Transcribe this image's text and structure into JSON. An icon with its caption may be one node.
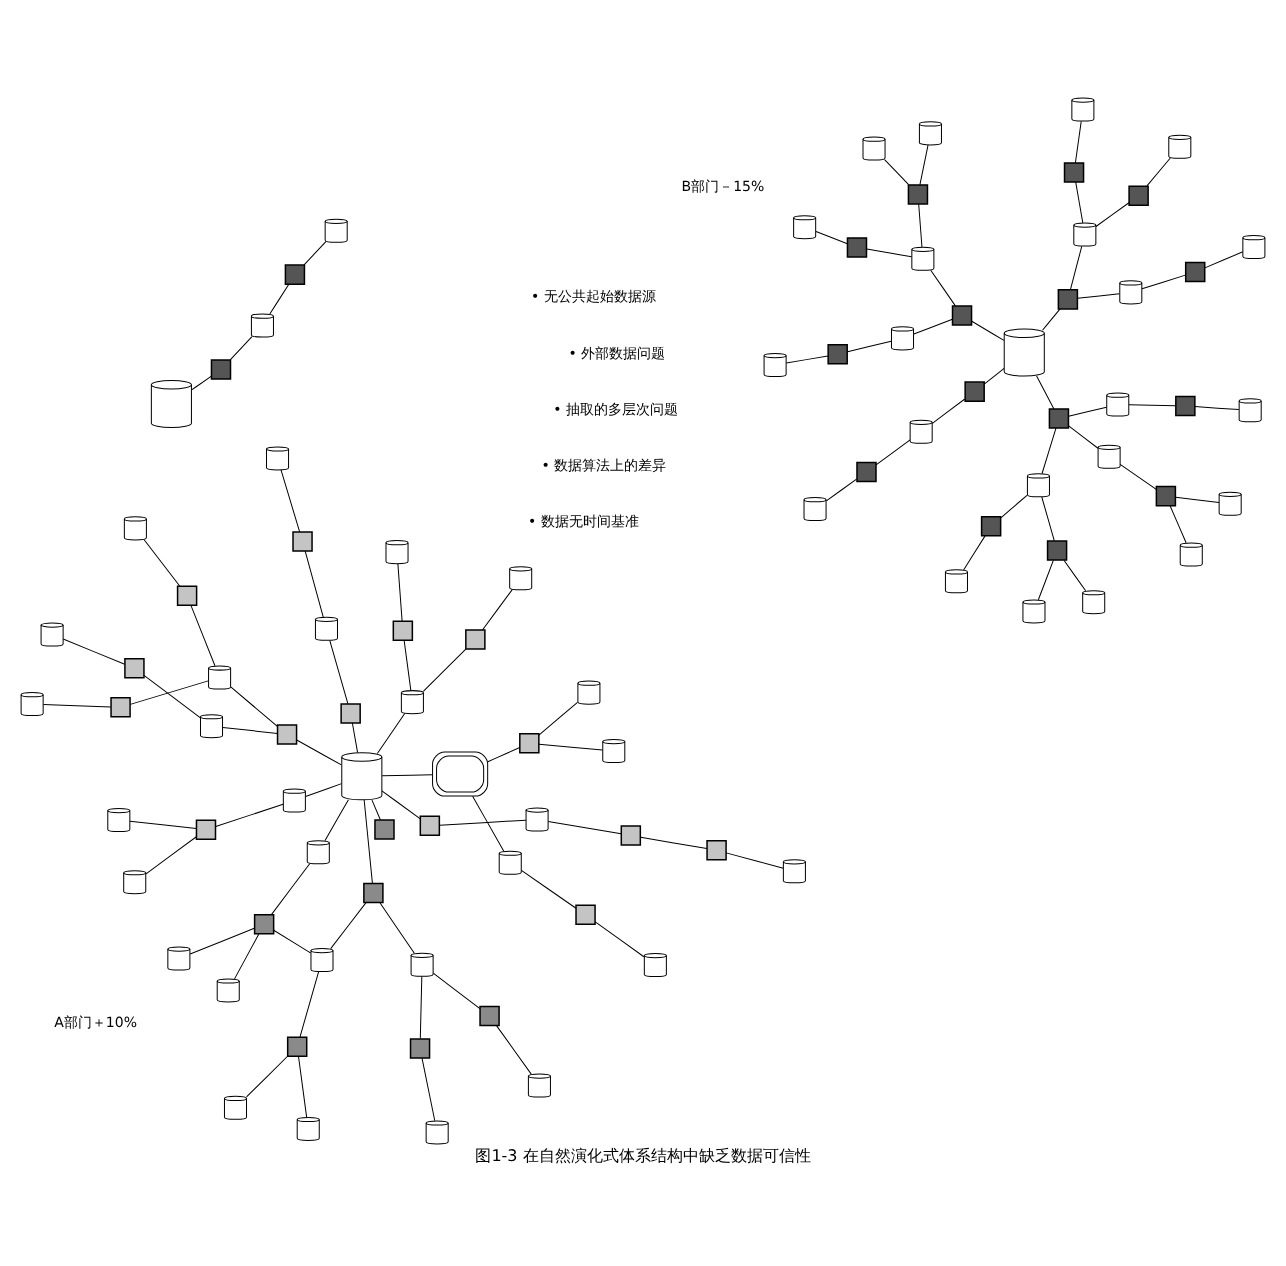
{
  "diagram": {
    "caption": "图1-3 在自然演化式体系结构中缺乏数据可信性",
    "nodes": [
      {
        "text": [],
        "shape": "cylinder"
      },
      {
        "text": [],
        "shape": "cylinder"
      },
      {
        "text": [],
        "shape": "cylinder"
      },
      {
        "text": [],
        "shape": "box"
      },
      {
        "text": [],
        "shape": "box"
      },
      {
        "text": [],
        "shape": "cylinder"
      },
      {
        "text": [],
        "shape": "box"
      },
      {
        "text": [],
        "shape": "cylinder"
      },
      {
        "text": [],
        "shape": "cylinder"
      },
      {
        "text": [],
        "shape": "cylinder"
      },
      {
        "text": [],
        "shape": "box"
      },
      {
        "text": [],
        "shape": "cylinder"
      },
      {
        "text": [],
        "shape": "cylinder"
      },
      {
        "text": [],
        "shape": "cylinder"
      },
      {
        "text": [],
        "shape": "box"
      },
      {
        "text": [],
        "shape": "cylinder"
      },
      {
        "text": [],
        "shape": "box"
      },
      {
        "text": [],
        "shape": "cylinder"
      },
      {
        "text": [],
        "shape": "box"
      },
      {
        "text": [],
        "shape": "cylinder"
      },
      {
        "text": [],
        "shape": "box"
      },
      {
        "text": [],
        "shape": "box"
      },
      {
        "text": [],
        "shape": "cylinder"
      },
      {
        "text": [],
        "shape": "box"
      },
      {
        "text": [],
        "shape": "cylinder"
      },
      {
        "text": [],
        "shape": "cylinder"
      },
      {
        "text": [],
        "shape": "cylinder"
      },
      {
        "text": [],
        "shape": "box"
      },
      {
        "text": [],
        "shape": "cylinder"
      },
      {
        "text": [],
        "shape": "box"
      },
      {
        "text": [],
        "shape": "cylinder"
      },
      {
        "text": [],
        "shape": "cylinder"
      },
      {
        "text": [],
        "shape": "box"
      },
      {
        "text": [],
        "shape": "cylinder"
      },
      {
        "text": [],
        "shape": "cylinder"
      },
      {
        "text": [],
        "shape": "box"
      },
      {
        "text": [],
        "shape": "cylinder"
      },
      {
        "text": [],
        "shape": "box"
      },
      {
        "text": [],
        "shape": "cylinder"
      },
      {
        "text": [],
        "shape": "box"
      },
      {
        "text": [],
        "shape": "cylinder"
      },
      {
        "text": [],
        "shape": "box"
      },
      {
        "text": [],
        "shape": "cylinder"
      },
      {
        "text": [],
        "shape": "box"
      },
      {
        "text": [],
        "shape": "cylinder"
      },
      {
        "text": [],
        "shape": "cylinder"
      },
      {
        "text": [],
        "shape": "box"
      },
      {
        "text": [],
        "shape": "cylinder"
      },
      {
        "text": [],
        "shape": "cylinder"
      },
      {
        "text": [],
        "shape": "box"
      },
      {
        "text": [],
        "shape": "cylinder"
      },
      {
        "text": [],
        "shape": "box"
      },
      {
        "text": [],
        "shape": "cylinder"
      },
      {
        "text": [],
        "shape": "box"
      },
      {
        "text": [],
        "shape": "cylinder"
      },
      {
        "text": [],
        "shape": "box"
      },
      {
        "text": [],
        "shape": "cylinder"
      },
      {
        "text": [],
        "shape": "cylinder"
      },
      {
        "text": [],
        "shape": "box"
      },
      {
        "text": [],
        "shape": "cylinder"
      },
      {
        "text": [],
        "shape": "box"
      },
      {
        "text": [],
        "shape": "cylinder"
      },
      {
        "text": [],
        "shape": "cylinder"
      },
      {
        "text": [],
        "shape": "box"
      },
      {
        "text": [],
        "shape": "cylinder"
      },
      {
        "text": [],
        "shape": "box"
      },
      {
        "text": [],
        "shape": "cylinder"
      },
      {
        "text": [],
        "shape": "box"
      },
      {
        "text": [],
        "shape": "cylinder"
      },
      {
        "text": [],
        "shape": "box"
      },
      {
        "text": [],
        "shape": "cylinder"
      },
      {
        "text": [],
        "shape": "box"
      },
      {
        "text": [],
        "shape": "box"
      },
      {
        "text": [],
        "shape": "cylinder"
      },
      {
        "text": [],
        "shape": "cylinder"
      },
      {
        "text": [],
        "shape": "box"
      },
      {
        "text": [],
        "shape": "cylinder"
      },
      {
        "text": [],
        "shape": "cylinder"
      },
      {
        "text": [],
        "shape": "box"
      },
      {
        "text": [],
        "shape": "cylinder"
      },
      {
        "text": [],
        "shape": "cylinder"
      },
      {
        "text": [],
        "shape": "box"
      },
      {
        "text": [],
        "shape": "cylinder"
      },
      {
        "text": [],
        "shape": "box"
      },
      {
        "text": [],
        "shape": "cylinder"
      },
      {
        "text": [],
        "shape": "cylinder"
      },
      {
        "text": [],
        "shape": "box"
      },
      {
        "text": [],
        "shape": "box"
      },
      {
        "text": [],
        "shape": "cylinder"
      },
      {
        "text": [],
        "shape": "cylinder"
      },
      {
        "text": [],
        "shape": "box"
      },
      {
        "text": [],
        "shape": "cylinder"
      },
      {
        "text": [],
        "shape": "cylinder"
      }
    ],
    "edges": [
      {
        "from": 0,
        "to": 4,
        "arrow": "none"
      },
      {
        "from": 4,
        "to": 5,
        "arrow": "none"
      },
      {
        "from": 5,
        "to": 6,
        "arrow": "none"
      },
      {
        "from": 6,
        "to": 7,
        "arrow": "none"
      },
      {
        "from": 6,
        "to": 8,
        "arrow": "none"
      },
      {
        "from": 6,
        "to": 9,
        "arrow": "none"
      },
      {
        "from": 9,
        "to": 0,
        "arrow": "none"
      },
      {
        "from": 5,
        "to": 10,
        "arrow": "none"
      },
      {
        "from": 10,
        "to": 11,
        "arrow": "none"
      },
      {
        "from": 10,
        "to": 12,
        "arrow": "none"
      },
      {
        "from": 4,
        "to": 13,
        "arrow": "none"
      },
      {
        "from": 13,
        "to": 14,
        "arrow": "none"
      },
      {
        "from": 14,
        "to": 15,
        "arrow": "none"
      },
      {
        "from": 13,
        "to": 16,
        "arrow": "none"
      },
      {
        "from": 16,
        "to": 17,
        "arrow": "none"
      },
      {
        "from": 18,
        "to": 0,
        "arrow": "none"
      },
      {
        "from": 19,
        "to": 20,
        "arrow": "none"
      },
      {
        "from": 20,
        "to": 1,
        "arrow": "none"
      },
      {
        "from": 19,
        "to": 21,
        "arrow": "none"
      },
      {
        "from": 21,
        "to": 22,
        "arrow": "none"
      },
      {
        "from": 23,
        "to": 24,
        "arrow": "none"
      },
      {
        "from": 23,
        "to": 25,
        "arrow": "none"
      },
      {
        "from": 23,
        "to": 26,
        "arrow": "none"
      },
      {
        "from": 26,
        "to": 27,
        "arrow": "none"
      },
      {
        "from": 27,
        "to": 2,
        "arrow": "none"
      },
      {
        "from": 27,
        "to": 28,
        "arrow": "none"
      },
      {
        "from": 28,
        "to": 29,
        "arrow": "none"
      },
      {
        "from": 29,
        "to": 30,
        "arrow": "none"
      },
      {
        "from": 29,
        "to": 31,
        "arrow": "none"
      },
      {
        "from": 28,
        "to": 32,
        "arrow": "none"
      },
      {
        "from": 32,
        "to": 33,
        "arrow": "none"
      },
      {
        "from": 27,
        "to": 34,
        "arrow": "none"
      },
      {
        "from": 34,
        "to": 35,
        "arrow": "none"
      },
      {
        "from": 35,
        "to": 36,
        "arrow": "none"
      },
      {
        "from": 2,
        "to": 37,
        "arrow": "none"
      },
      {
        "from": 37,
        "to": 38,
        "arrow": "none"
      },
      {
        "from": 38,
        "to": 39,
        "arrow": "none"
      },
      {
        "from": 39,
        "to": 40,
        "arrow": "none"
      },
      {
        "from": 2,
        "to": 41,
        "arrow": "none"
      },
      {
        "from": 41,
        "to": 42,
        "arrow": "none"
      },
      {
        "from": 42,
        "to": 43,
        "arrow": "none"
      },
      {
        "from": 43,
        "to": 44,
        "arrow": "none"
      },
      {
        "from": 41,
        "to": 45,
        "arrow": "none"
      },
      {
        "from": 45,
        "to": 46,
        "arrow": "none"
      },
      {
        "from": 46,
        "to": 47,
        "arrow": "none"
      },
      {
        "from": 46,
        "to": 48,
        "arrow": "none"
      },
      {
        "from": 45,
        "to": 49,
        "arrow": "none"
      },
      {
        "from": 49,
        "to": 50,
        "arrow": "none"
      },
      {
        "from": 2,
        "to": 51,
        "arrow": "none"
      },
      {
        "from": 51,
        "to": 52,
        "arrow": "none"
      },
      {
        "from": 52,
        "to": 53,
        "arrow": "none"
      },
      {
        "from": 53,
        "to": 54,
        "arrow": "none"
      },
      {
        "from": 52,
        "to": 55,
        "arrow": "none"
      },
      {
        "from": 55,
        "to": 56,
        "arrow": "none"
      },
      {
        "from": 51,
        "to": 57,
        "arrow": "none"
      },
      {
        "from": 57,
        "to": 58,
        "arrow": "none"
      },
      {
        "from": 58,
        "to": 59,
        "arrow": "none"
      },
      {
        "from": 0,
        "to": 60,
        "arrow": "none"
      },
      {
        "from": 60,
        "to": 61,
        "arrow": "none"
      },
      {
        "from": 60,
        "to": 62,
        "arrow": "none"
      },
      {
        "from": 61,
        "to": 63,
        "arrow": "none"
      },
      {
        "from": 63,
        "to": 64,
        "arrow": "none"
      },
      {
        "from": 61,
        "to": 65,
        "arrow": "none"
      },
      {
        "from": 65,
        "to": 66,
        "arrow": "none"
      },
      {
        "from": 62,
        "to": 67,
        "arrow": "none"
      },
      {
        "from": 67,
        "to": 68,
        "arrow": "none"
      },
      {
        "from": 0,
        "to": 69,
        "arrow": "none"
      },
      {
        "from": 69,
        "to": 70,
        "arrow": "none"
      },
      {
        "from": 70,
        "to": 71,
        "arrow": "none"
      },
      {
        "from": 71,
        "to": 72,
        "arrow": "none"
      },
      {
        "from": 72,
        "to": 73,
        "arrow": "none"
      },
      {
        "from": 0,
        "to": 74,
        "arrow": "none"
      },
      {
        "from": 74,
        "to": 75,
        "arrow": "none"
      },
      {
        "from": 75,
        "to": 76,
        "arrow": "none"
      },
      {
        "from": 75,
        "to": 77,
        "arrow": "none"
      },
      {
        "from": 78,
        "to": 79,
        "arrow": "none"
      },
      {
        "from": 78,
        "to": 80,
        "arrow": "none"
      },
      {
        "from": 80,
        "to": 0,
        "arrow": "none"
      },
      {
        "from": 80,
        "to": 81,
        "arrow": "none"
      },
      {
        "from": 81,
        "to": 82,
        "arrow": "none"
      },
      {
        "from": 83,
        "to": 84,
        "arrow": "none"
      },
      {
        "from": 83,
        "to": 85,
        "arrow": "none"
      },
      {
        "from": 85,
        "to": 86,
        "arrow": "none"
      },
      {
        "from": 86,
        "to": 0,
        "arrow": "none"
      },
      {
        "from": 87,
        "to": 88,
        "arrow": "none"
      },
      {
        "from": 87,
        "to": 89,
        "arrow": "none"
      },
      {
        "from": 89,
        "to": 3,
        "arrow": "none"
      },
      {
        "from": 90,
        "to": 91,
        "arrow": "none"
      },
      {
        "from": 90,
        "to": 92,
        "arrow": "none"
      },
      {
        "from": 90,
        "to": 3,
        "arrow": "none"
      },
      {
        "from": 3,
        "to": 0,
        "arrow": "none"
      }
    ],
    "labels": [
      "A部门＋10%",
      "B部门－15%",
      "• 数据无时间基准",
      "• 数据算法上的差异",
      "• 抽取的多层次问题",
      "• 外部数据问题",
      "• 无公共起始数据源"
    ]
  }
}
